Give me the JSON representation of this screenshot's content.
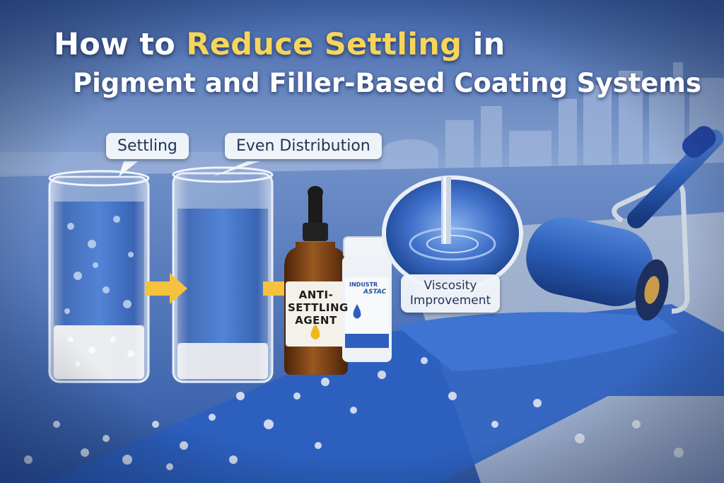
{
  "title": {
    "line1_prefix": "How to ",
    "line1_accent": "Reduce Settling",
    "line1_suffix": " in",
    "line2": "Pigment and Filler-Based Coating Systems"
  },
  "callouts": {
    "settling": "Settling",
    "even_distribution": "Even Distribution",
    "viscosity_line1": "Viscosity",
    "viscosity_line2": "Improvement"
  },
  "bottle": {
    "label_line1": "ANTI-",
    "label_line2": "SETTLING",
    "label_line3": "AGENT"
  },
  "jar": {
    "label_line1": "INDUSTR",
    "label_line2": "ASTAC"
  },
  "colors": {
    "accent": "#f7d55a",
    "liquid_blue": "#2a5fc0",
    "sky_blue": "#7f9fd0",
    "sediment": "#e6e8ec",
    "amber": "#8a4a16",
    "roller_handle": "#2447a8"
  },
  "icons": [
    "arrow-right-icon",
    "droplet-icon",
    "paint-roller-icon",
    "beaker-icon"
  ]
}
